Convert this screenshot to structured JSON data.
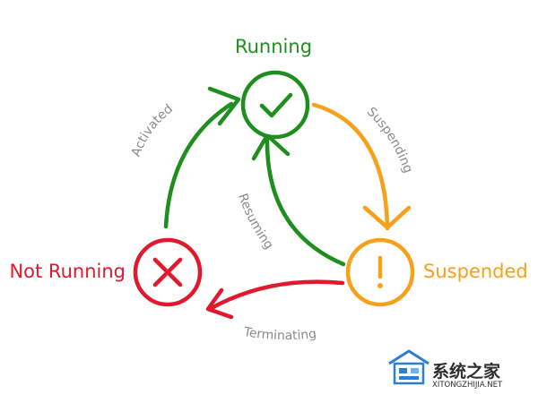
{
  "colors": {
    "running": "#1e8f1e",
    "suspended": "#f7a01a",
    "not_running": "#e0192e",
    "label_gray": "#8a8a8a",
    "watermark_blue": "#2a7fd0"
  },
  "states": {
    "running": {
      "label": "Running",
      "icon": "checkmark-icon"
    },
    "suspended": {
      "label": "Suspended",
      "icon": "exclamation-icon"
    },
    "not_running": {
      "label": "Not Running",
      "icon": "x-icon"
    }
  },
  "transitions": {
    "activated": "Activated",
    "suspending": "Suspending",
    "resuming": "Resuming",
    "terminating": "Terminating"
  },
  "watermark": {
    "name": "系统之家",
    "url": "XITONGZHIJIA.NET"
  }
}
